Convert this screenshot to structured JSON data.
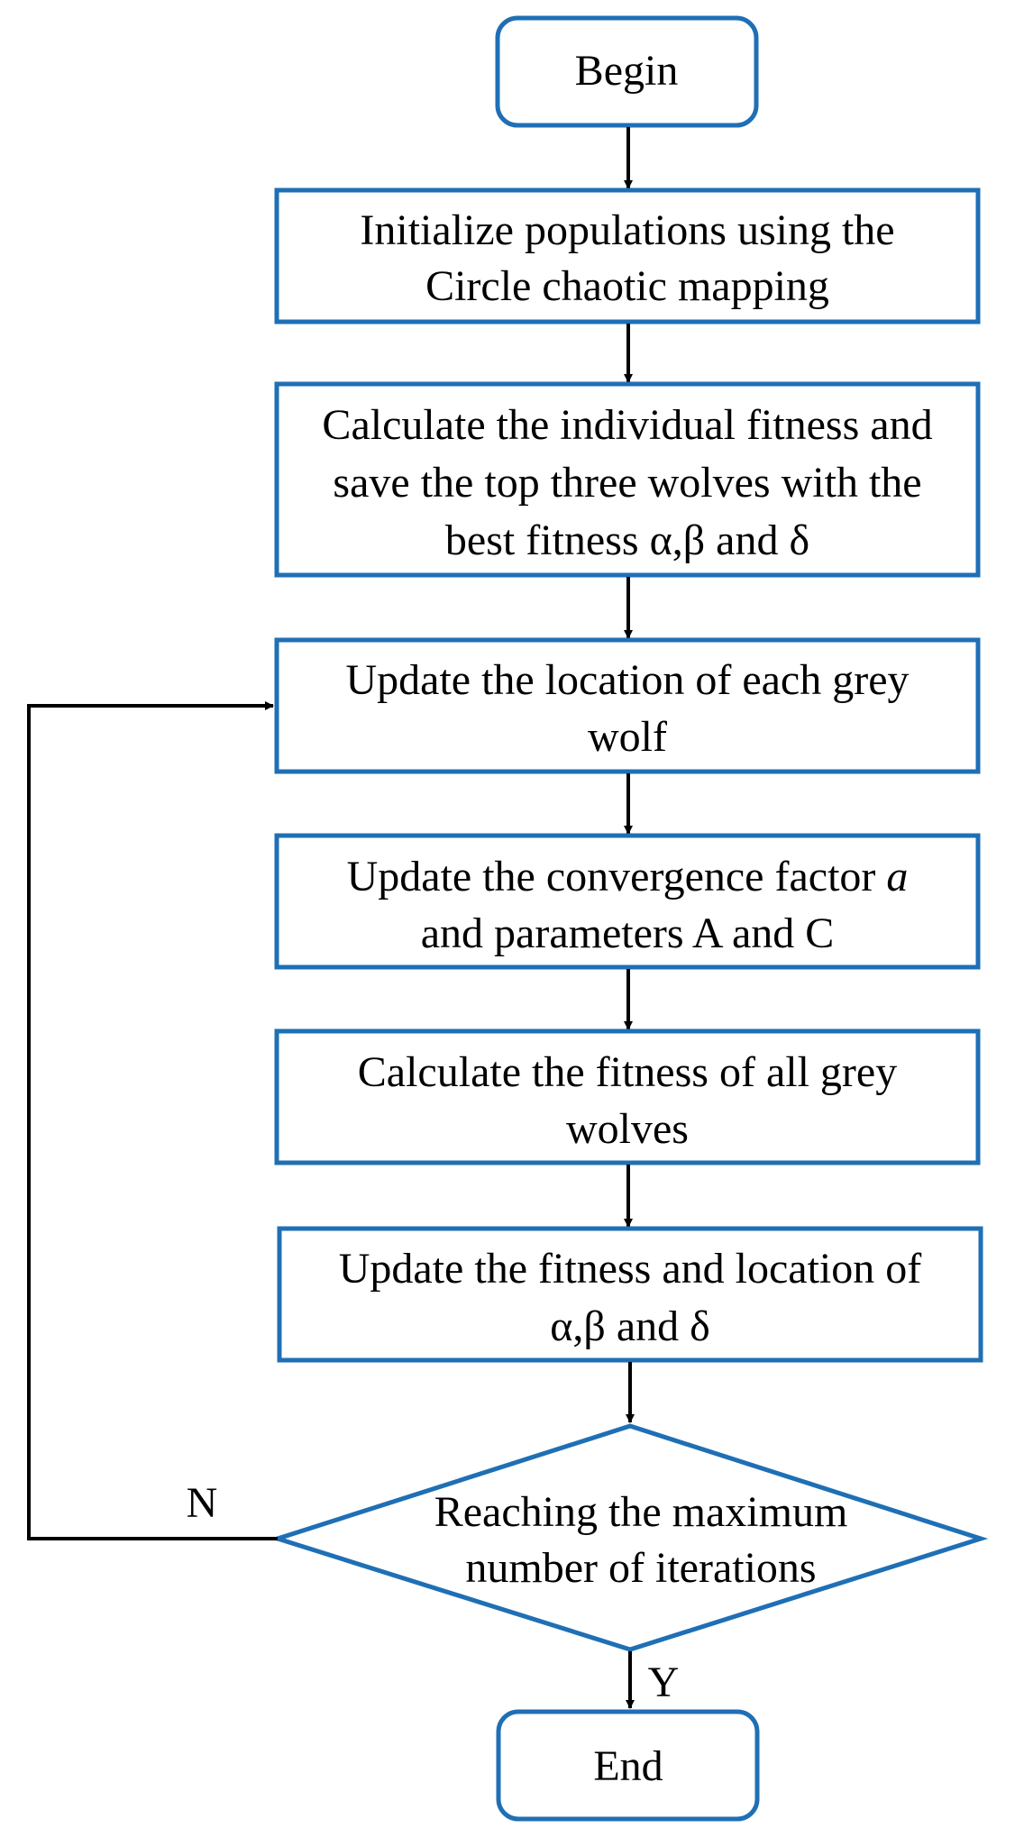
{
  "colors": {
    "box_stroke": "#1f6fb5",
    "arrow": "#000000",
    "background": "#ffffff"
  },
  "nodes": {
    "begin": {
      "label": "Begin"
    },
    "init": {
      "lines": [
        "Initialize populations using the",
        "Circle chaotic mapping"
      ]
    },
    "calc_fitness": {
      "lines": [
        "Calculate the individual fitness and",
        "save the top three wolves with the",
        "best fitness α,β and δ"
      ]
    },
    "update_location": {
      "lines": [
        "Update the location of each grey",
        "wolf"
      ]
    },
    "update_convergence": {
      "line1_prefix": "Update the convergence factor ",
      "line1_italic": "a",
      "line2": "and parameters A and C"
    },
    "calc_all": {
      "lines": [
        "Calculate the fitness of all grey",
        "wolves"
      ]
    },
    "update_leaders": {
      "lines": [
        "Update the fitness and location of",
        "α,β and δ"
      ]
    },
    "decision": {
      "lines": [
        "Reaching the maximum",
        "number of iterations"
      ]
    },
    "end": {
      "label": "End"
    }
  },
  "branch_labels": {
    "no": "N",
    "yes": "Y"
  }
}
